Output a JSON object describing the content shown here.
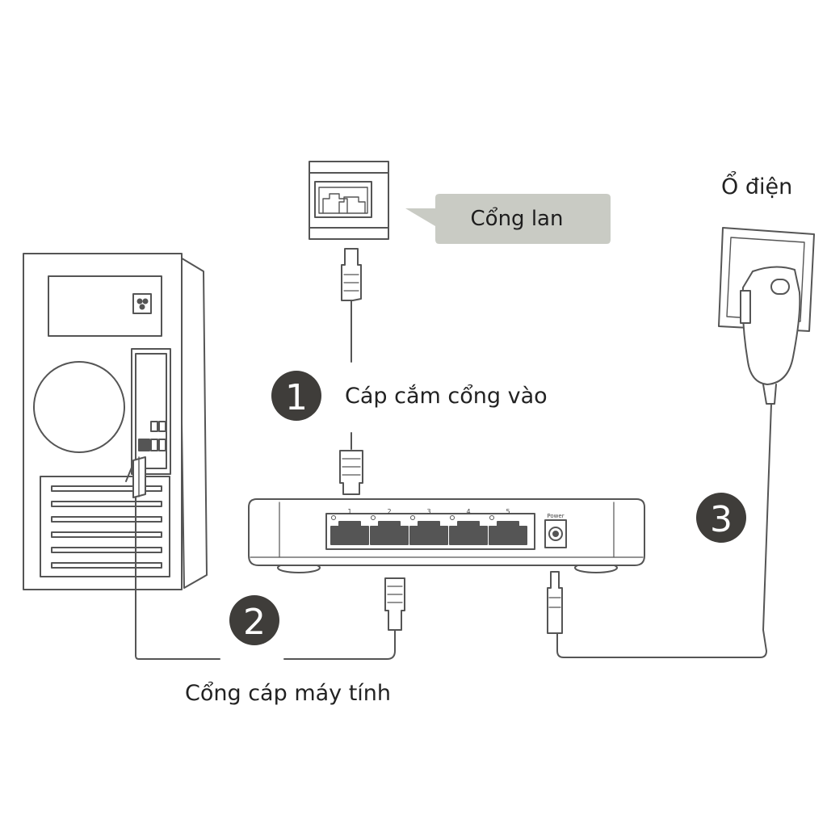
{
  "labels": {
    "lan_port": "Cổng lan",
    "power_outlet": "Ổ điện",
    "input_cable": "Cáp cắm cổng vào",
    "computer_port": "Cổng cáp máy tính"
  },
  "steps": [
    "1",
    "2",
    "3"
  ],
  "switch": {
    "port_numbers": [
      "1",
      "2",
      "3",
      "4",
      "5"
    ],
    "power_label": "Power"
  },
  "colors": {
    "badge": "#3f3d3a",
    "bubble": "#c9cbc4",
    "stroke": "#555555"
  }
}
